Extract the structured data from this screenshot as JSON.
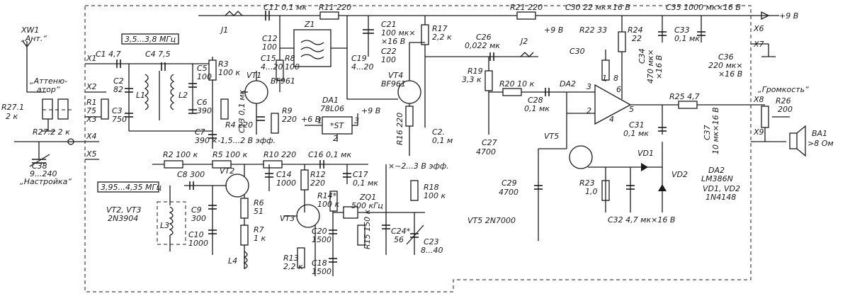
{
  "labels": [
    {
      "id": "xw1",
      "text": "XW1"
    },
    {
      "id": "ant",
      "text": "„Ант.“"
    },
    {
      "id": "atten1",
      "text": "„Аттеню-"
    },
    {
      "id": "atten2",
      "text": "атор“"
    },
    {
      "id": "r271",
      "text": "R27.1"
    },
    {
      "id": "r271v",
      "text": "2 к"
    },
    {
      "id": "r272",
      "text": "R27.2  2 к"
    },
    {
      "id": "x1",
      "text": "X1"
    },
    {
      "id": "x2",
      "text": "X2"
    },
    {
      "id": "x3",
      "text": "X3"
    },
    {
      "id": "x4",
      "text": "X4"
    },
    {
      "id": "x5",
      "text": "X5"
    },
    {
      "id": "c38",
      "text": "C38"
    },
    {
      "id": "c38v",
      "text": "9...240"
    },
    {
      "id": "nastr",
      "text": "„Настройка“"
    },
    {
      "id": "r1",
      "text": "R1"
    },
    {
      "id": "r1v",
      "text": "75"
    },
    {
      "id": "c1",
      "text": "C1 4,7"
    },
    {
      "id": "c2",
      "text": "C2"
    },
    {
      "id": "c2v",
      "text": "82"
    },
    {
      "id": "c3",
      "text": "C3"
    },
    {
      "id": "c3v",
      "text": "750"
    },
    {
      "id": "range1",
      "text": "3,5...3,8 МГц"
    },
    {
      "id": "c4",
      "text": "C4 7,5"
    },
    {
      "id": "l1",
      "text": "L1"
    },
    {
      "id": "l2",
      "text": "L2"
    },
    {
      "id": "c5",
      "text": "C5"
    },
    {
      "id": "c5v",
      "text": "100"
    },
    {
      "id": "c6",
      "text": "C6"
    },
    {
      "id": "c6v",
      "text": "390"
    },
    {
      "id": "r3",
      "text": "R3"
    },
    {
      "id": "r3v",
      "text": "100 к"
    },
    {
      "id": "r4",
      "text": "R4 220"
    },
    {
      "id": "c7",
      "text": "C7"
    },
    {
      "id": "c7v",
      "text": "390"
    },
    {
      "id": "volt1",
      "text": "×-1,5...2 В эфф."
    },
    {
      "id": "j1",
      "text": "J1"
    },
    {
      "id": "c11",
      "text": "C11 0,1 мк"
    },
    {
      "id": "r11",
      "text": "R11 220"
    },
    {
      "id": "c12",
      "text": "C12"
    },
    {
      "id": "c12v",
      "text": "100"
    },
    {
      "id": "z1",
      "text": "Z1"
    },
    {
      "id": "c15",
      "text": "C15"
    },
    {
      "id": "c15v",
      "text": "4...20"
    },
    {
      "id": "r8",
      "text": "R8"
    },
    {
      "id": "r8v",
      "text": "100"
    },
    {
      "id": "c19",
      "text": "C19"
    },
    {
      "id": "c19v",
      "text": "4...20"
    },
    {
      "id": "c21",
      "text": "C21"
    },
    {
      "id": "c21v",
      "text": "100 мк×"
    },
    {
      "id": "c21v2",
      "text": "×16 В"
    },
    {
      "id": "c22",
      "text": "C22"
    },
    {
      "id": "c22v",
      "text": "100"
    },
    {
      "id": "vt1",
      "text": "VT1"
    },
    {
      "id": "vt1t",
      "text": "BF961"
    },
    {
      "id": "vt4",
      "text": "VT4"
    },
    {
      "id": "vt4t",
      "text": "BF961"
    },
    {
      "id": "c13",
      "text": "C13 0,1 мк"
    },
    {
      "id": "r9",
      "text": "R9"
    },
    {
      "id": "r9v",
      "text": "220"
    },
    {
      "id": "r17",
      "text": "R17"
    },
    {
      "id": "r17v",
      "text": "2,2 к"
    },
    {
      "id": "da1",
      "text": "DA1"
    },
    {
      "id": "da1t",
      "text": "78L06"
    },
    {
      "id": "plus9a",
      "text": "+9 В"
    },
    {
      "id": "plus6",
      "text": "+6 В"
    },
    {
      "id": "st",
      "text": "*ST"
    },
    {
      "id": "p1",
      "text": "1"
    },
    {
      "id": "p2",
      "text": "2"
    },
    {
      "id": "p3",
      "text": "3"
    },
    {
      "id": "r16",
      "text": "R16 220"
    },
    {
      "id": "c2x",
      "text": "C2."
    },
    {
      "id": "c2xv",
      "text": "0,1 м"
    },
    {
      "id": "r2",
      "text": "R2 100 к"
    },
    {
      "id": "r5",
      "text": "R5 100 к"
    },
    {
      "id": "r10",
      "text": "R10 220"
    },
    {
      "id": "c8",
      "text": "C8 300"
    },
    {
      "id": "vt2",
      "text": "VT2"
    },
    {
      "id": "c14",
      "text": "C14"
    },
    {
      "id": "c14v",
      "text": "1000"
    },
    {
      "id": "c16",
      "text": "C16 0,1 мк"
    },
    {
      "id": "c17",
      "text": "C17"
    },
    {
      "id": "c17v",
      "text": "0,1 мк"
    },
    {
      "id": "r12",
      "text": "R12"
    },
    {
      "id": "r12v",
      "text": "220"
    },
    {
      "id": "volt2",
      "text": "×~2...3 В эфф."
    },
    {
      "id": "range2",
      "text": "3,95...4,35 МГц"
    },
    {
      "id": "c9",
      "text": "C9"
    },
    {
      "id": "c9v",
      "text": "300"
    },
    {
      "id": "r6",
      "text": "R6"
    },
    {
      "id": "r6v",
      "text": "51"
    },
    {
      "id": "vt23",
      "text": "VT2, VT3"
    },
    {
      "id": "vt23t",
      "text": "2N3904"
    },
    {
      "id": "l3",
      "text": "L3"
    },
    {
      "id": "c10",
      "text": "C10"
    },
    {
      "id": "c10v",
      "text": "1000"
    },
    {
      "id": "r7",
      "text": "R7"
    },
    {
      "id": "r7v",
      "text": "1 к"
    },
    {
      "id": "l4",
      "text": "L4"
    },
    {
      "id": "r14",
      "text": "R14*"
    },
    {
      "id": "r14v",
      "text": "100 к"
    },
    {
      "id": "zq1",
      "text": "ZQ1"
    },
    {
      "id": "zq1v",
      "text": "500 кГц"
    },
    {
      "id": "r18",
      "text": "R18"
    },
    {
      "id": "r18v",
      "text": "100 к"
    },
    {
      "id": "vt3",
      "text": "VT3"
    },
    {
      "id": "c20",
      "text": "C20"
    },
    {
      "id": "c20v",
      "text": "1500"
    },
    {
      "id": "r15",
      "text": "R15 150 к"
    },
    {
      "id": "c24",
      "text": "C24*"
    },
    {
      "id": "c24v",
      "text": "56"
    },
    {
      "id": "c23",
      "text": "C23"
    },
    {
      "id": "c23v",
      "text": "8...40"
    },
    {
      "id": "r13",
      "text": "R13"
    },
    {
      "id": "r13v",
      "text": "2,2 к"
    },
    {
      "id": "c18",
      "text": "C18"
    },
    {
      "id": "c18v",
      "text": "1500"
    },
    {
      "id": "vt5n",
      "text": "VT5  2N7000"
    },
    {
      "id": "r21",
      "text": "R21  220"
    },
    {
      "id": "c30",
      "text": "C30 22 мк×16 В"
    },
    {
      "id": "c35",
      "text": "C35 1000 мк×16 В"
    },
    {
      "id": "plus9b",
      "text": "+9 В"
    },
    {
      "id": "x6",
      "text": "X6"
    },
    {
      "id": "x7",
      "text": "X7"
    },
    {
      "id": "plus9c",
      "text": "+9 В"
    },
    {
      "id": "c26",
      "text": "C26"
    },
    {
      "id": "c26v",
      "text": "0,022 мк"
    },
    {
      "id": "r22",
      "text": "R22  33"
    },
    {
      "id": "c30b",
      "text": "C30"
    },
    {
      "id": "r24",
      "text": "R24"
    },
    {
      "id": "r24v",
      "text": "22"
    },
    {
      "id": "c33",
      "text": "C33"
    },
    {
      "id": "c33v",
      "text": "0,1 мк"
    },
    {
      "id": "c36",
      "text": "C36"
    },
    {
      "id": "c36v",
      "text": "220 мк×"
    },
    {
      "id": "c36v2",
      "text": "×16 В"
    },
    {
      "id": "j2",
      "text": "J2"
    },
    {
      "id": "c34",
      "text": "C34"
    },
    {
      "id": "c34v",
      "text": "470 мк×"
    },
    {
      "id": "c34v2",
      "text": "×16 В"
    },
    {
      "id": "r19",
      "text": "R19"
    },
    {
      "id": "r19v",
      "text": "3,3 к"
    },
    {
      "id": "r20",
      "text": "R20  10 к"
    },
    {
      "id": "da2",
      "text": "DA2"
    },
    {
      "id": "pin3",
      "text": "3"
    },
    {
      "id": "pin2",
      "text": "2"
    },
    {
      "id": "pin1",
      "text": "1"
    },
    {
      "id": "pin8",
      "text": "8"
    },
    {
      "id": "pin6",
      "text": "6"
    },
    {
      "id": "pin5",
      "text": "5"
    },
    {
      "id": "pin4",
      "text": "4"
    },
    {
      "id": "c28",
      "text": "C28"
    },
    {
      "id": "c28v",
      "text": "0,1 мк"
    },
    {
      "id": "c27",
      "text": "C27"
    },
    {
      "id": "c27v",
      "text": "4700"
    },
    {
      "id": "r25",
      "text": "R25 4,7"
    },
    {
      "id": "x8",
      "text": "X8"
    },
    {
      "id": "x9",
      "text": "X9"
    },
    {
      "id": "gromk",
      "text": "„Громкость“"
    },
    {
      "id": "r26",
      "text": "R26"
    },
    {
      "id": "r26v",
      "text": "200"
    },
    {
      "id": "ba1",
      "text": "BA1"
    },
    {
      "id": "ba1v",
      "text": ">8 Ом"
    },
    {
      "id": "c31",
      "text": "C31"
    },
    {
      "id": "c31v",
      "text": "0,1 мк"
    },
    {
      "id": "c37",
      "text": "C37"
    },
    {
      "id": "c37v",
      "text": "10 мк×16 В"
    },
    {
      "id": "vt5",
      "text": "VT5"
    },
    {
      "id": "vd1",
      "text": "VD1"
    },
    {
      "id": "vd2",
      "text": "VD2"
    },
    {
      "id": "c29",
      "text": "C29"
    },
    {
      "id": "c29v",
      "text": "4700"
    },
    {
      "id": "r23",
      "text": "R23"
    },
    {
      "id": "r23v",
      "text": "1,0"
    },
    {
      "id": "c32",
      "text": "C32  4,7 мк×16 В"
    },
    {
      "id": "da2b",
      "text": "DA2"
    },
    {
      "id": "da2t",
      "text": "LM386N"
    },
    {
      "id": "vd12",
      "text": "VD1, VD2"
    },
    {
      "id": "vd12t",
      "text": "1N4148"
    }
  ]
}
